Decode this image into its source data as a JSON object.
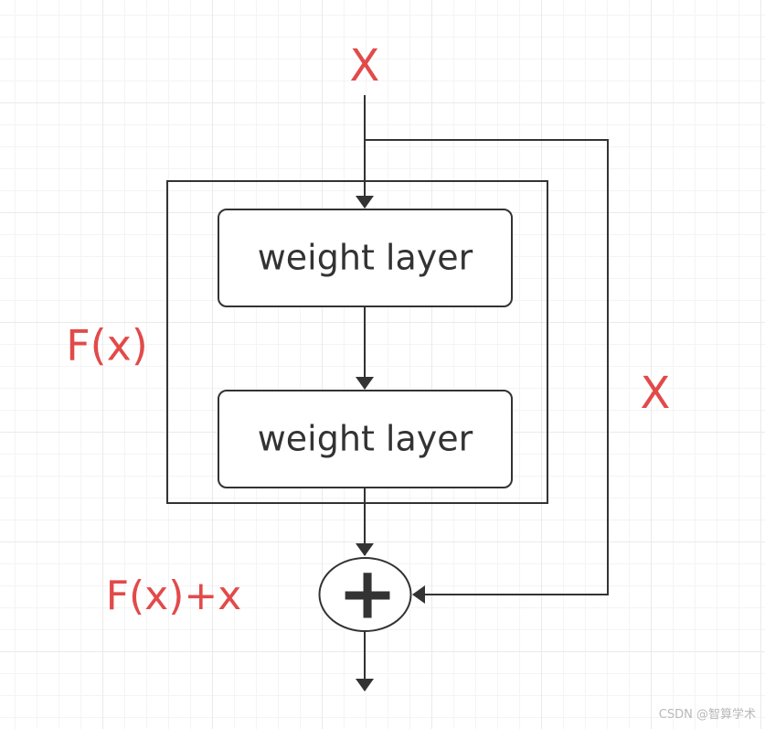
{
  "diagram": {
    "input_label": "X",
    "block_label": "F(x)",
    "shortcut_label": "X",
    "output_label": "F(x)+x",
    "layers": [
      {
        "label": "weight layer"
      },
      {
        "label": "weight layer"
      }
    ],
    "sum_symbol": "+"
  },
  "colors": {
    "accent": "#e24a4a",
    "stroke": "#333333",
    "text": "#333333"
  },
  "watermark": "CSDN @智算学术"
}
